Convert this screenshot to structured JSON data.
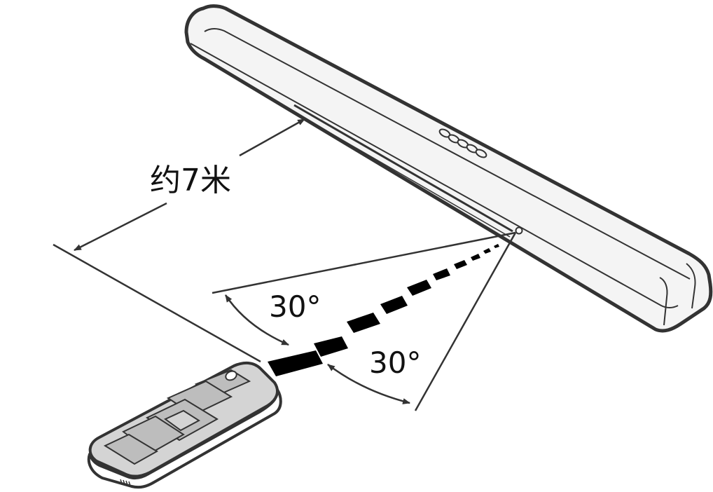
{
  "labels": {
    "distance": "约7米",
    "angle_upper": "30°",
    "angle_lower": "30°"
  },
  "colors": {
    "stroke": "#333333",
    "bar_fill": "#f4f4f4",
    "remote_body": "#d4d4d4",
    "remote_buttons": "#bdbdbd",
    "beam": "#000000"
  }
}
